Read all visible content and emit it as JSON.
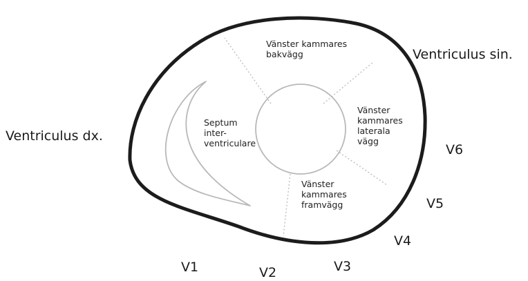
{
  "labels": {
    "ventriculus_sin": "Ventriculus sin.",
    "ventriculus_dx": "Ventriculus dx.",
    "bakvagg": "Vänster kammares\nbakvägg",
    "septum": "Septum\ninter-\nventriculare",
    "laterala": "Vänster\nkammares\nlaterala\nvägg",
    "framvagg": "Vänster\nkammares\nframvägg"
  },
  "leads": {
    "v1": "V1",
    "v2": "V2",
    "v3": "V3",
    "v4": "V4",
    "v5": "V5",
    "v6": "V6"
  },
  "colors": {
    "outline": "#1c1c1c",
    "inner": "#b8b8b8",
    "divider": "#bdbdbd",
    "text": "#1a1a1a"
  }
}
